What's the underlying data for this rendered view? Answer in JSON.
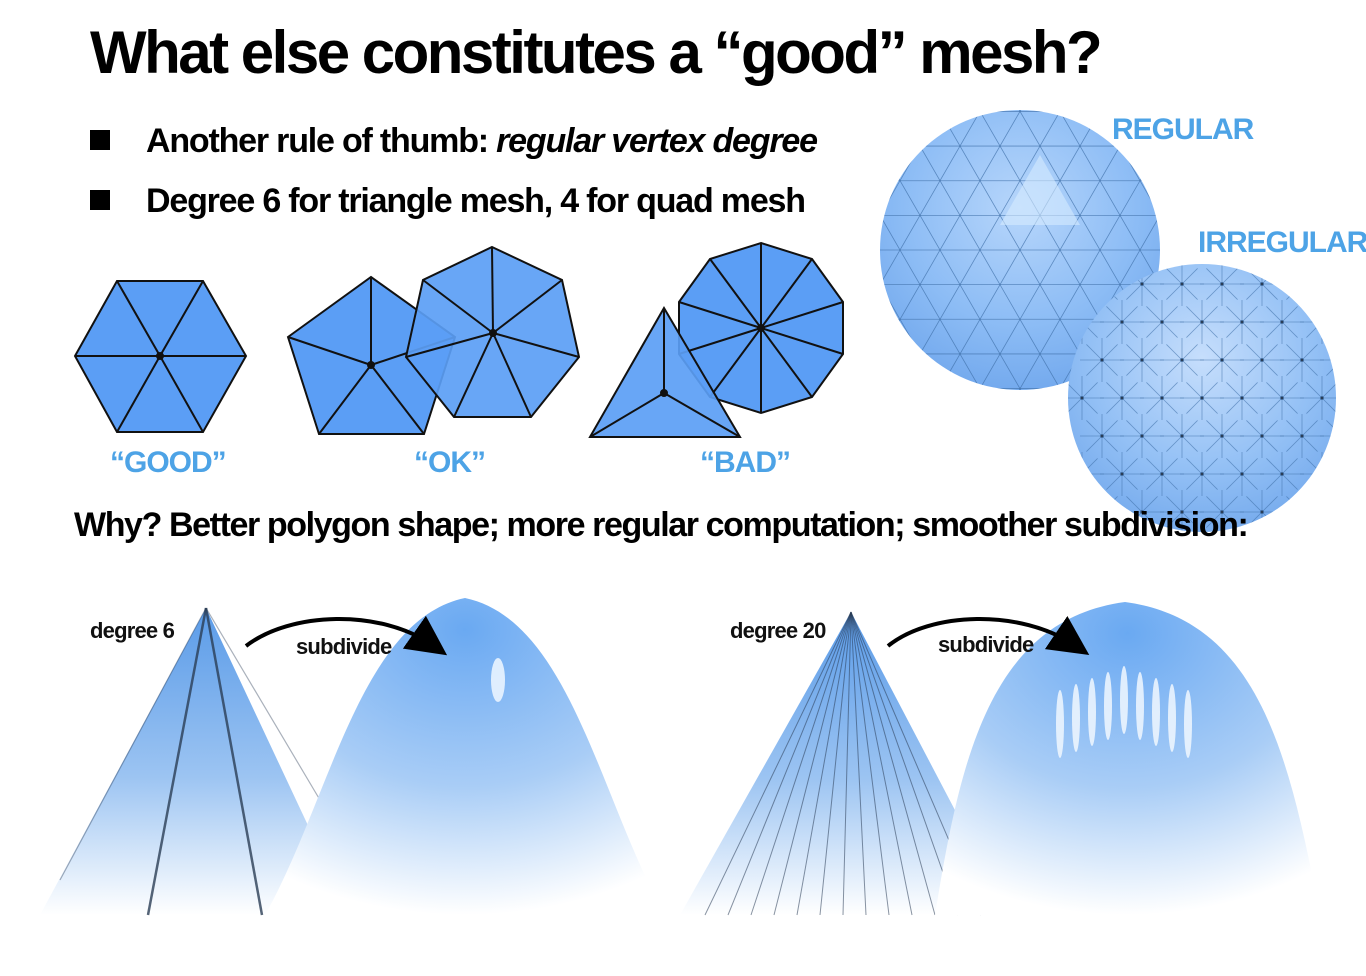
{
  "title": "What else constitutes a “good” mesh?",
  "bullets": [
    {
      "text": "Another rule of thumb: ",
      "emphasis": "regular vertex degree"
    },
    {
      "text": "Degree 6 for triangle mesh, 4 for quad mesh",
      "emphasis": ""
    }
  ],
  "polygon_labels": {
    "good": "“GOOD”",
    "ok": "“OK”",
    "bad": "“BAD”"
  },
  "sphere_labels": {
    "regular": "REGULAR",
    "irregular": "IRREGULAR"
  },
  "why": "Why? Better polygon shape; more regular computation; smoother subdivision:",
  "subdivision": {
    "left": {
      "degree_label": "degree 6",
      "arrow_label": "subdivide"
    },
    "right": {
      "degree_label": "degree 20",
      "arrow_label": "subdivide"
    }
  },
  "colors": {
    "accent": "#4da3e6",
    "fill": "#5b9ef5",
    "stroke": "#111111"
  }
}
